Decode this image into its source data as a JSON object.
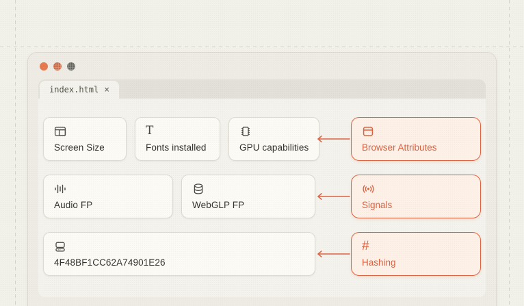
{
  "window": {
    "traffic_lights": [
      {
        "name": "close",
        "color": "#e57a50",
        "style": "solid"
      },
      {
        "name": "minimize",
        "color": "#ea9270",
        "style": "halftone"
      },
      {
        "name": "maximize",
        "color": "#93928c",
        "style": "halftone"
      }
    ],
    "tab": {
      "label": "index.html",
      "close_glyph": "×"
    }
  },
  "rows": [
    {
      "cards": [
        {
          "icon": "browser-layout-icon",
          "label": "Screen Size"
        },
        {
          "icon": "serif-t-icon",
          "label": "Fonts installed",
          "glyph": "T"
        },
        {
          "icon": "chip-icon",
          "label": "GPU capabilities"
        }
      ],
      "target": {
        "icon": "browser-window-icon",
        "label": "Browser Attributes"
      }
    },
    {
      "cards": [
        {
          "icon": "audio-waveform-icon",
          "label": "Audio FP"
        },
        {
          "icon": "database-icon",
          "label": "WebGLP FP"
        }
      ],
      "target": {
        "icon": "broadcast-icon",
        "label": "Signals"
      }
    },
    {
      "cards": [
        {
          "icon": "hard-drive-icon",
          "label": "4F48BF1CC62A74901E26"
        }
      ],
      "target": {
        "icon": "hash-icon",
        "label": "Hashing",
        "glyph": "#"
      }
    }
  ],
  "colors": {
    "accent": "#de6240",
    "accent_bg": "#fcf0e7",
    "card_bg": "#fbfaf5",
    "card_border": "#dcdad2",
    "window_bg": "#edebe4",
    "tabstrip_bg": "#e2e0d8",
    "panel_bg": "#f3f2ec",
    "page_bg": "#f2f1e9",
    "text": "#33322d"
  }
}
